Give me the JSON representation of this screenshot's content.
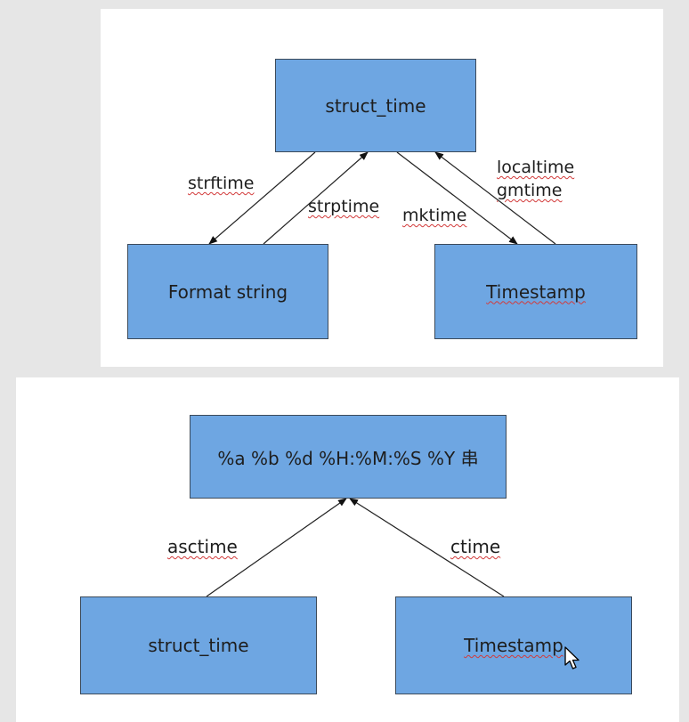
{
  "top_diagram": {
    "nodes": {
      "struct_time": "struct_time",
      "format_string": "Format string",
      "timestamp": "Timestamp"
    },
    "edges": {
      "strftime": "strftime",
      "strptime": "strptime",
      "mktime": "mktime",
      "localtime": "localtime",
      "gmtime": "gmtime"
    }
  },
  "bottom_diagram": {
    "nodes": {
      "time_string": "%a %b %d %H:%M:%S %Y 串",
      "struct_time": "struct_time",
      "timestamp": "Timestamp"
    },
    "edges": {
      "asctime": "asctime",
      "ctime": "ctime"
    }
  },
  "colors": {
    "node_fill": "#6ea6e2",
    "node_border": "#3c4a5a",
    "spellcheck_underline": "#d23a3a"
  }
}
